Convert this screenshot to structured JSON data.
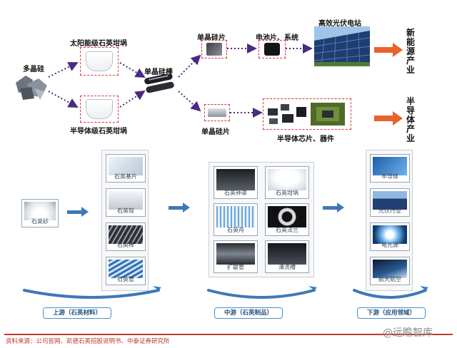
{
  "top": {
    "raw": "多晶硅",
    "crucible_solar": "太阳能级石英坩埚",
    "crucible_semi": "半导体级石英坩埚",
    "ingot": "单晶硅棒",
    "wafer_top": "单晶硅片",
    "cell": "电池片、系统",
    "pv_station": "高效光伏电站",
    "new_energy": "新能源产业",
    "wafer_bottom": "单晶硅片",
    "chips": "半导体芯片、器件",
    "semi_industry": "半导体产业"
  },
  "bottom": {
    "upstream": {
      "source": "石英砂",
      "items": [
        "石英基片",
        "石英锭",
        "石英棒",
        "石英管"
      ],
      "label": "上游（石英材料）"
    },
    "midstream": {
      "items": [
        "石英钟罩",
        "石英坩埚",
        "石英舟",
        "石英法兰",
        "扩散管",
        "清洗槽"
      ],
      "label": "中游（石英制品）"
    },
    "downstream": {
      "items": [
        "半导体",
        "光伏行业",
        "电光源",
        "航天航空"
      ],
      "label": "下游（应用领域）"
    }
  },
  "footer": {
    "source": "资料来源：公司官网、凯德石英招股说明书、中泰证券研究所",
    "watermark": "@远瞻智库"
  },
  "colors": {
    "dash": "#d9363e",
    "arrow_purple": "#4b2a82",
    "arrow_orange": "#e8622a",
    "arrow_blue": "#3e78b8",
    "pill_border": "#4a90c8"
  }
}
